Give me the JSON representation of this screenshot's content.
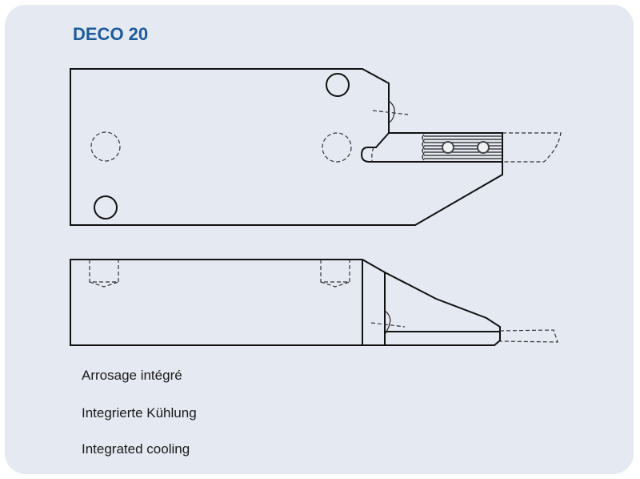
{
  "title": "DECO 20",
  "captions": [
    "Arrosage intégré",
    "Integrierte Kühlung",
    "Integrated cooling"
  ],
  "colors": {
    "title": "#1d5b9b",
    "panel": "#e5e9f1"
  }
}
